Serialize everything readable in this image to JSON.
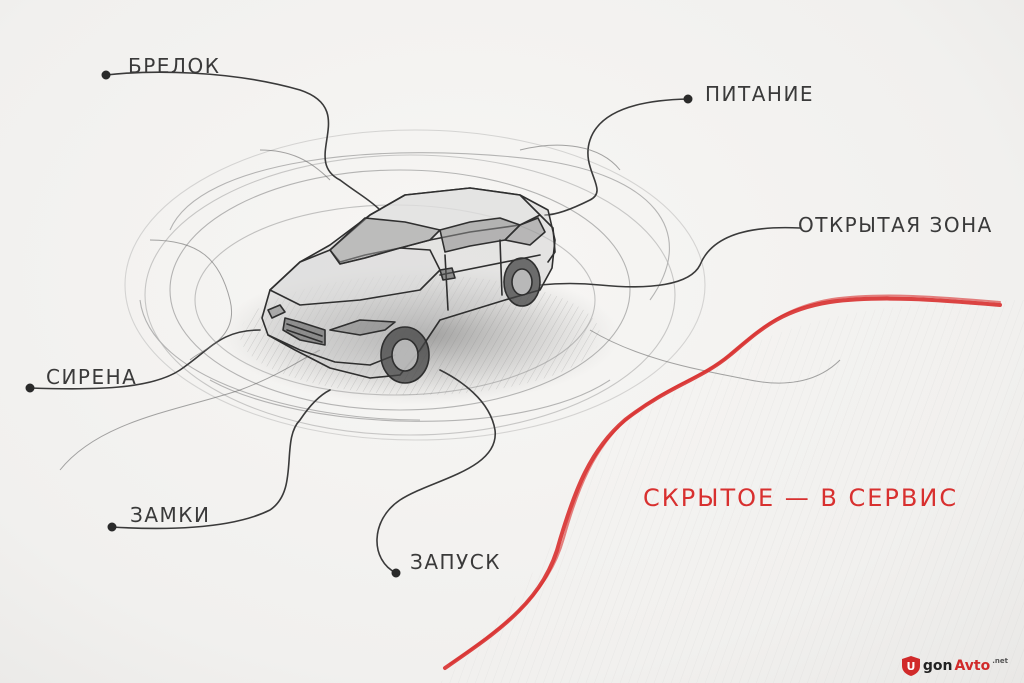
{
  "labels": {
    "key_fob": "БРЕЛОК",
    "power": "ПИТАНИЕ",
    "open_zone": "ОТКРЫТАЯ ЗОНА",
    "siren": "СИРЕНА",
    "locks": "ЗАМКИ",
    "start": "ЗАПУСК",
    "hidden": "СКРЫТОЕ — В СЕРВИС"
  },
  "logo": {
    "letter": "U",
    "part1": "gon",
    "part2": "Avto",
    "tld": ".net"
  },
  "colors": {
    "pencil": "#3a3a3a",
    "accent_red": "#d8302f",
    "paper": "#f4f3f1"
  }
}
